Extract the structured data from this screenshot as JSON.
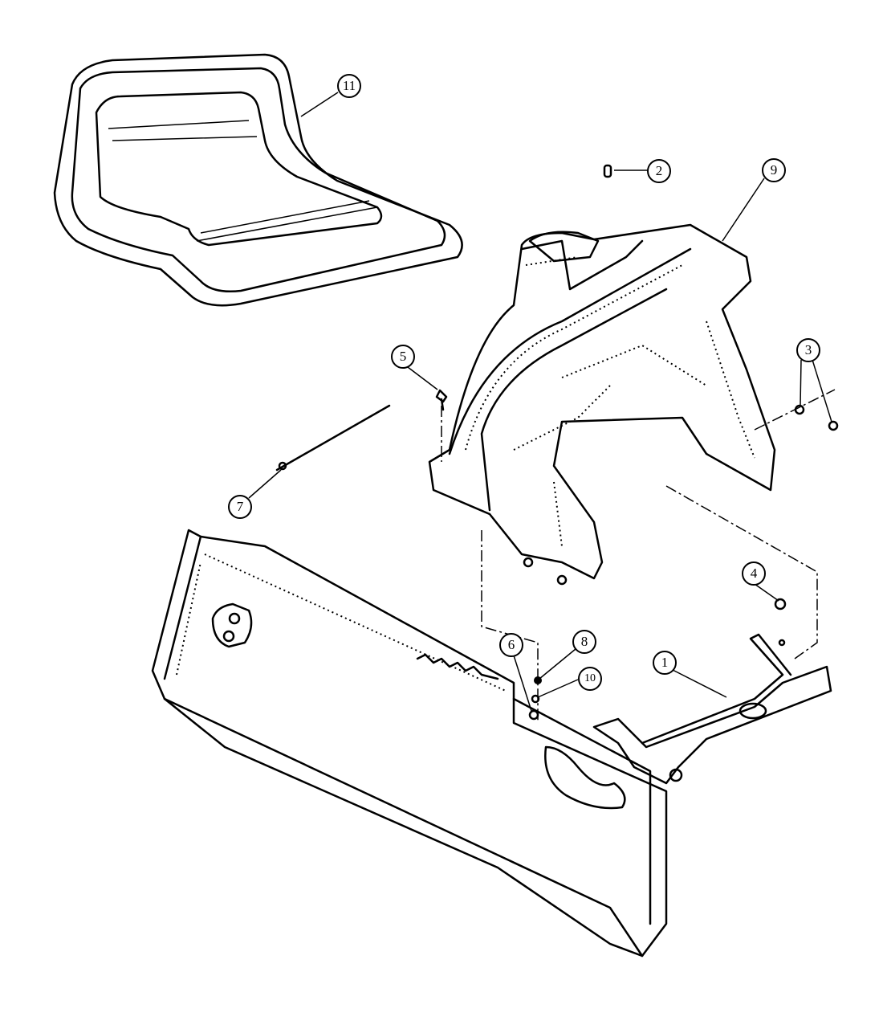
{
  "diagram": {
    "title": "Seat and fender assembly exploded parts view",
    "callouts": [
      {
        "label": "1",
        "part": "seat-bracket"
      },
      {
        "label": "2",
        "part": "plug"
      },
      {
        "label": "3",
        "part": "screw"
      },
      {
        "label": "4",
        "part": "nut"
      },
      {
        "label": "5",
        "part": "screw"
      },
      {
        "label": "6",
        "part": "bolt"
      },
      {
        "label": "7",
        "part": "rod"
      },
      {
        "label": "8",
        "part": "washer"
      },
      {
        "label": "9",
        "part": "fender"
      },
      {
        "label": "10",
        "part": "washer"
      },
      {
        "label": "11",
        "part": "seat"
      }
    ]
  }
}
